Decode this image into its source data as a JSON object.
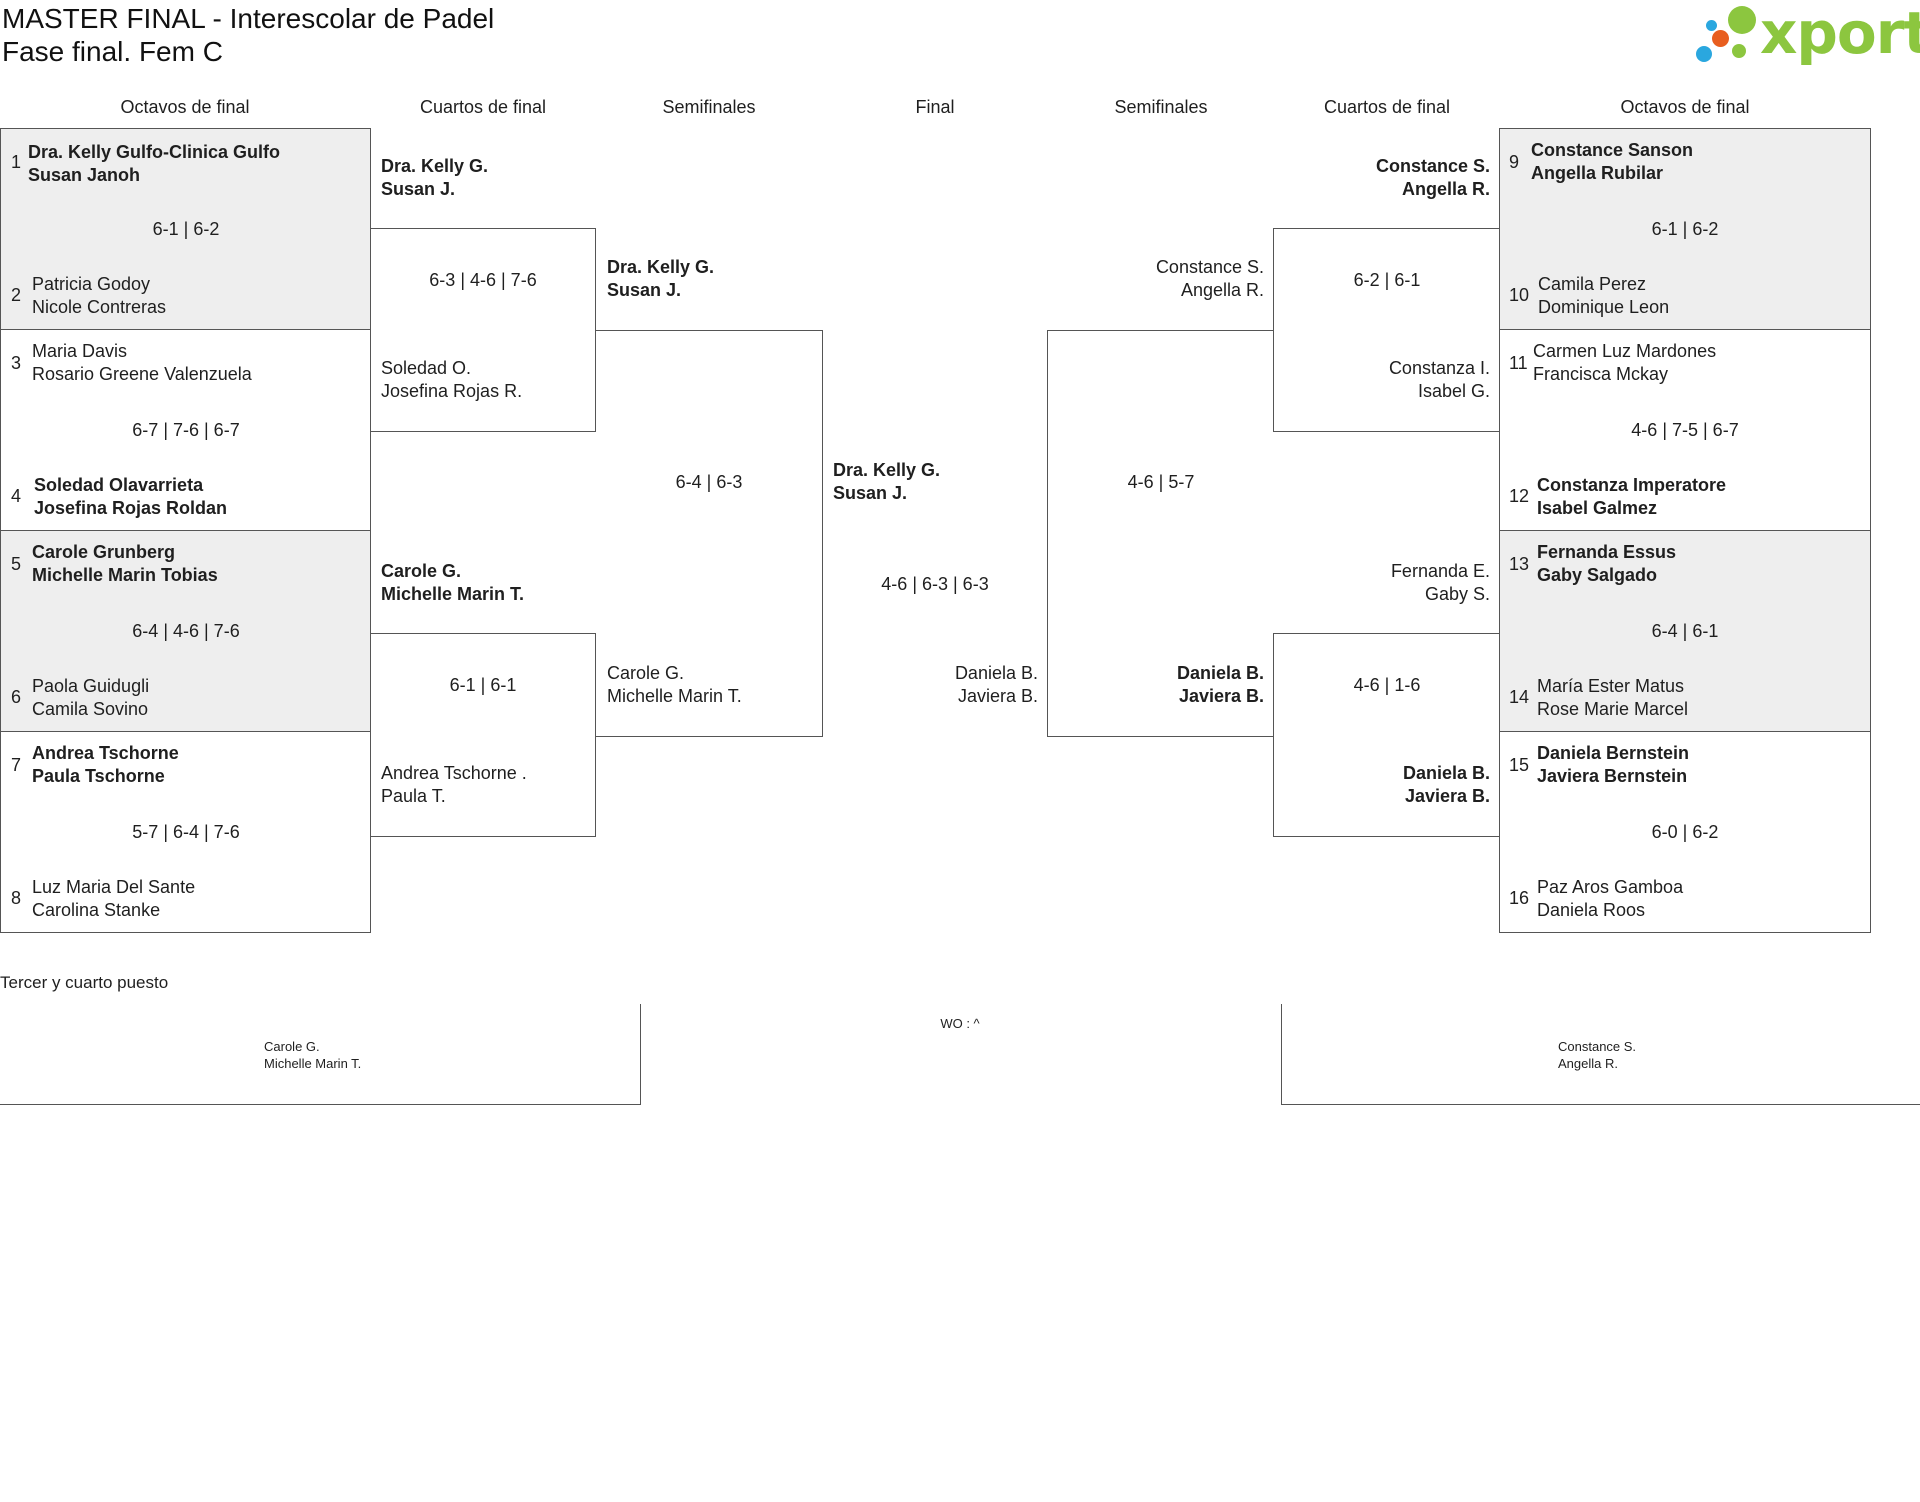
{
  "header": {
    "title_line1": "MASTER FINAL - Interescolar de Padel",
    "title_line2": "Fase final. Fem C",
    "logo_text": "xporty",
    "logo_colors": [
      "#2aa7df",
      "#e85e1f",
      "#8cc63f"
    ]
  },
  "rounds": {
    "left": [
      "Octavos de final",
      "Cuartos de final",
      "Semifinales"
    ],
    "center": "Final",
    "right": [
      "Semifinales",
      "Cuartos de final",
      "Octavos de final"
    ]
  },
  "octavos_left": [
    {
      "score": "6-1 | 6-2",
      "a": {
        "num": "1",
        "p1": "Dra. Kelly Gulfo-Clinica Gulfo",
        "p2": "Susan Janoh"
      },
      "b": {
        "num": "2",
        "p1": "Patricia Godoy",
        "p2": "Nicole Contreras"
      }
    },
    {
      "score": "6-7 | 7-6 | 6-7",
      "a": {
        "num": "3",
        "p1": "Maria Davis",
        "p2": "Rosario Greene Valenzuela"
      },
      "b": {
        "num": "4",
        "p1": "Soledad Olavarrieta",
        "p2": "Josefina Rojas Roldan"
      }
    },
    {
      "score": "6-4 | 4-6 | 7-6",
      "a": {
        "num": "5",
        "p1": "Carole Grunberg",
        "p2": "Michelle Marin Tobias"
      },
      "b": {
        "num": "6",
        "p1": "Paola Guidugli",
        "p2": "Camila Sovino"
      }
    },
    {
      "score": "5-7 | 6-4 | 7-6",
      "a": {
        "num": "7",
        "p1": "Andrea Tschorne",
        "p2": "Paula Tschorne"
      },
      "b": {
        "num": "8",
        "p1": "Luz Maria Del Sante",
        "p2": "Carolina Stanke"
      }
    }
  ],
  "octavos_right": [
    {
      "score": "6-1 | 6-2",
      "a": {
        "num": "9",
        "p1": "Constance Sanson",
        "p2": "Angella Rubilar"
      },
      "b": {
        "num": "10",
        "p1": "Camila Perez",
        "p2": "Dominique Leon"
      }
    },
    {
      "score": "4-6 | 7-5 | 6-7",
      "a": {
        "num": "11",
        "p1": "Carmen Luz Mardones",
        "p2": "Francisca Mckay"
      },
      "b": {
        "num": "12",
        "p1": "Constanza Imperatore",
        "p2": "Isabel Galmez"
      }
    },
    {
      "score": "6-4 | 6-1",
      "a": {
        "num": "13",
        "p1": "Fernanda Essus",
        "p2": "Gaby Salgado"
      },
      "b": {
        "num": "14",
        "p1": "María Ester Matus",
        "p2": "Rose Marie Marcel"
      }
    },
    {
      "score": "6-0 | 6-2",
      "a": {
        "num": "15",
        "p1": "Daniela Bernstein",
        "p2": "Javiera Bernstein"
      },
      "b": {
        "num": "16",
        "p1": "Paz Aros Gamboa",
        "p2": "Daniela Roos"
      }
    }
  ],
  "cuartos_left": [
    {
      "score": "6-3 | 4-6 | 7-6",
      "a": {
        "p1": "Dra. Kelly G.",
        "p2": "Susan J."
      },
      "b": {
        "p1": "Soledad O.",
        "p2": "Josefina Rojas R."
      }
    },
    {
      "score": "6-1 | 6-1",
      "a": {
        "p1": "Carole G.",
        "p2": "Michelle Marin T."
      },
      "b": {
        "p1": "Andrea Tschorne .",
        "p2": "Paula T."
      }
    }
  ],
  "cuartos_right": [
    {
      "score": "6-2 | 6-1",
      "a": {
        "p1": "Constance S.",
        "p2": "Angella R."
      },
      "b": {
        "p1": "Constanza I.",
        "p2": "Isabel G."
      }
    },
    {
      "score": "4-6 | 1-6",
      "a": {
        "p1": "Fernanda E.",
        "p2": "Gaby S."
      },
      "b": {
        "p1": "Daniela B.",
        "p2": "Javiera B."
      }
    }
  ],
  "semis_left": {
    "score": "6-4 | 6-3",
    "a": {
      "p1": "Dra. Kelly G.",
      "p2": "Susan J."
    },
    "b": {
      "p1": "Carole G.",
      "p2": "Michelle Marin T."
    }
  },
  "semis_right": {
    "score": "4-6 | 5-7",
    "a": {
      "p1": "Constance S.",
      "p2": "Angella R."
    },
    "b": {
      "p1": "Daniela B.",
      "p2": "Javiera B."
    }
  },
  "final": {
    "score": "4-6 | 6-3 | 6-3",
    "a": {
      "p1": "Dra. Kelly G.",
      "p2": "Susan J."
    },
    "b": {
      "p1": "Daniela B.",
      "p2": "Javiera B."
    }
  },
  "third_place": {
    "label": "Tercer y cuarto puesto",
    "score": "WO : ^",
    "a": {
      "p1": "Carole G.",
      "p2": "Michelle Marin T."
    },
    "b": {
      "p1": "Constance S.",
      "p2": "Angella R."
    }
  }
}
